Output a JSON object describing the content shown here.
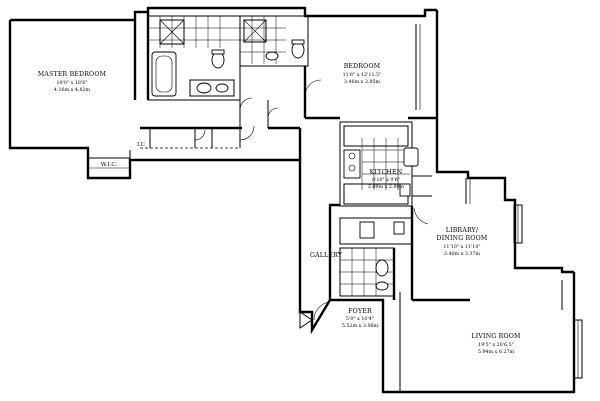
{
  "rooms": {
    "master_bedroom": {
      "name": "MASTER BEDROOM",
      "dim_imperial": "19'0\" x 18'6\"",
      "dim_metric": "4.16m x 4.82m"
    },
    "bedroom": {
      "name": "BEDROOM",
      "dim_imperial": "11'6\" x 12'11.5\"",
      "dim_metric": "3.46m x 3.95m"
    },
    "kitchen": {
      "name": "KITCHEN",
      "dim_imperial": "8'10\" x 9'6\"",
      "dim_metric": "2.69m x 2.90m"
    },
    "library": {
      "name_line1": "LIBRARY/",
      "name_line2": "DINING ROOM",
      "dim_imperial": "11'10\" x 11'10\"",
      "dim_metric": "3.40m x 3.37m"
    },
    "gallery": {
      "name": "GALLERY"
    },
    "foyer": {
      "name": "FOYER",
      "dim_imperial": "5'0\" x 10'4\"",
      "dim_metric": "5.52m x 3.06m"
    },
    "living_room": {
      "name": "LIVING ROOM",
      "dim_imperial": "19'5\" x 20'6.5\"",
      "dim_metric": "5.94m x 6.27m"
    }
  },
  "labels": {
    "linen_closet": "LC",
    "walk_in_closet": "W.I.C."
  }
}
